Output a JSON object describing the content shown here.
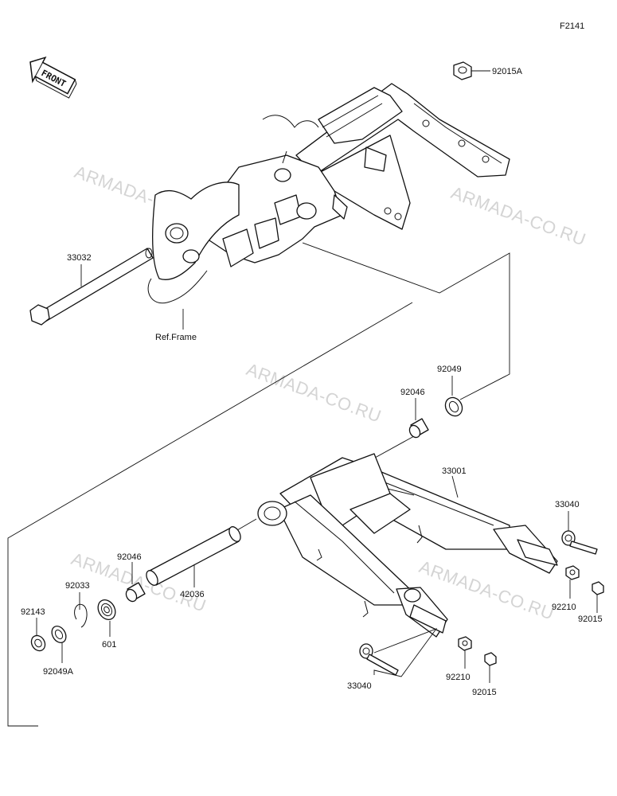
{
  "diagram_code": "F2141",
  "front_label": "FRONT",
  "watermark_text": "ARMADA-CO.RU",
  "ref_frame_label": "Ref.Frame",
  "parts": {
    "nut_92015A": "92015A",
    "pivot_shaft": "33032",
    "seal_92049": "92049",
    "bearing_92046_upper": "92046",
    "swingarm": "33001",
    "adjuster_right": "33040",
    "nut_92210_right": "92210",
    "nut_92015_right": "92015",
    "sleeve_42036": "42036",
    "bearing_92046_lower": "92046",
    "circlip_92033": "92033",
    "bearing_601": "601",
    "collar_92143": "92143",
    "seal_92049A": "92049A",
    "adjuster_left": "33040",
    "nut_92210_left": "92210",
    "nut_92015_left": "92015"
  }
}
